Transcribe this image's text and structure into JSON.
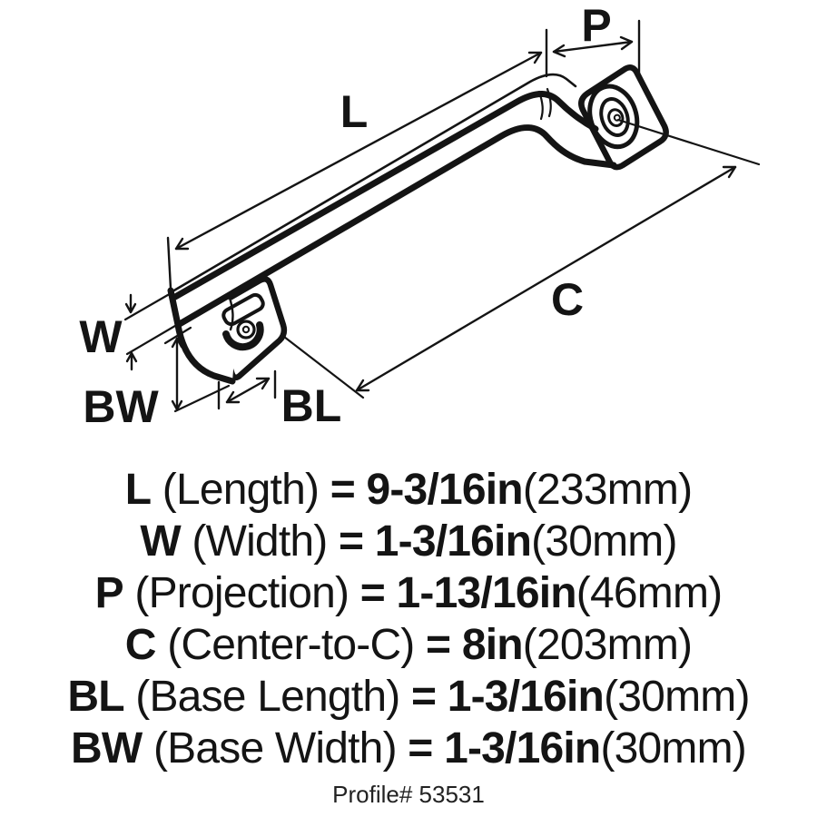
{
  "colors": {
    "ink": "#141414",
    "paper": "#ffffff"
  },
  "diagram": {
    "dim_labels": {
      "L": "L",
      "W": "W",
      "P": "P",
      "C": "C",
      "BL": "BL",
      "BW": "BW"
    }
  },
  "specs": [
    {
      "abbr": "L",
      "name": " (Length) ",
      "value": "= 9-3/16in",
      "metric": "(233mm)"
    },
    {
      "abbr": "W",
      "name": " (Width) ",
      "value": "= 1-3/16in",
      "metric": "(30mm)"
    },
    {
      "abbr": "P",
      "name": " (Projection) ",
      "value": "= 1-13/16in",
      "metric": "(46mm)"
    },
    {
      "abbr": "C",
      "name": " (Center-to-C) ",
      "value": "= 8in",
      "metric": "(203mm)"
    },
    {
      "abbr": "BL",
      "name": " (Base Length) ",
      "value": "= 1-3/16in",
      "metric": "(30mm)"
    },
    {
      "abbr": "BW",
      "name": " (Base Width) ",
      "value": "= 1-3/16in",
      "metric": "(30mm)"
    }
  ],
  "footer": {
    "profile_label": "Profile# 53531"
  }
}
